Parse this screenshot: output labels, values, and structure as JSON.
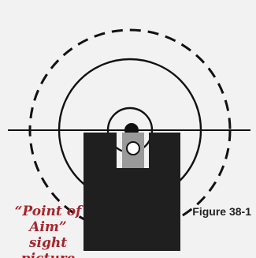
{
  "caption": {
    "line1": "“Point of Aim”",
    "line2": "sight picture"
  },
  "figure_label": "Figure 38-1",
  "colors": {
    "background": "#f2f2f2",
    "ink": "#111111",
    "rear_sight": "#1f1f1f",
    "front_post": "#9a9a9a",
    "bullseye": "#ffffff",
    "caption": "#a8242c"
  }
}
